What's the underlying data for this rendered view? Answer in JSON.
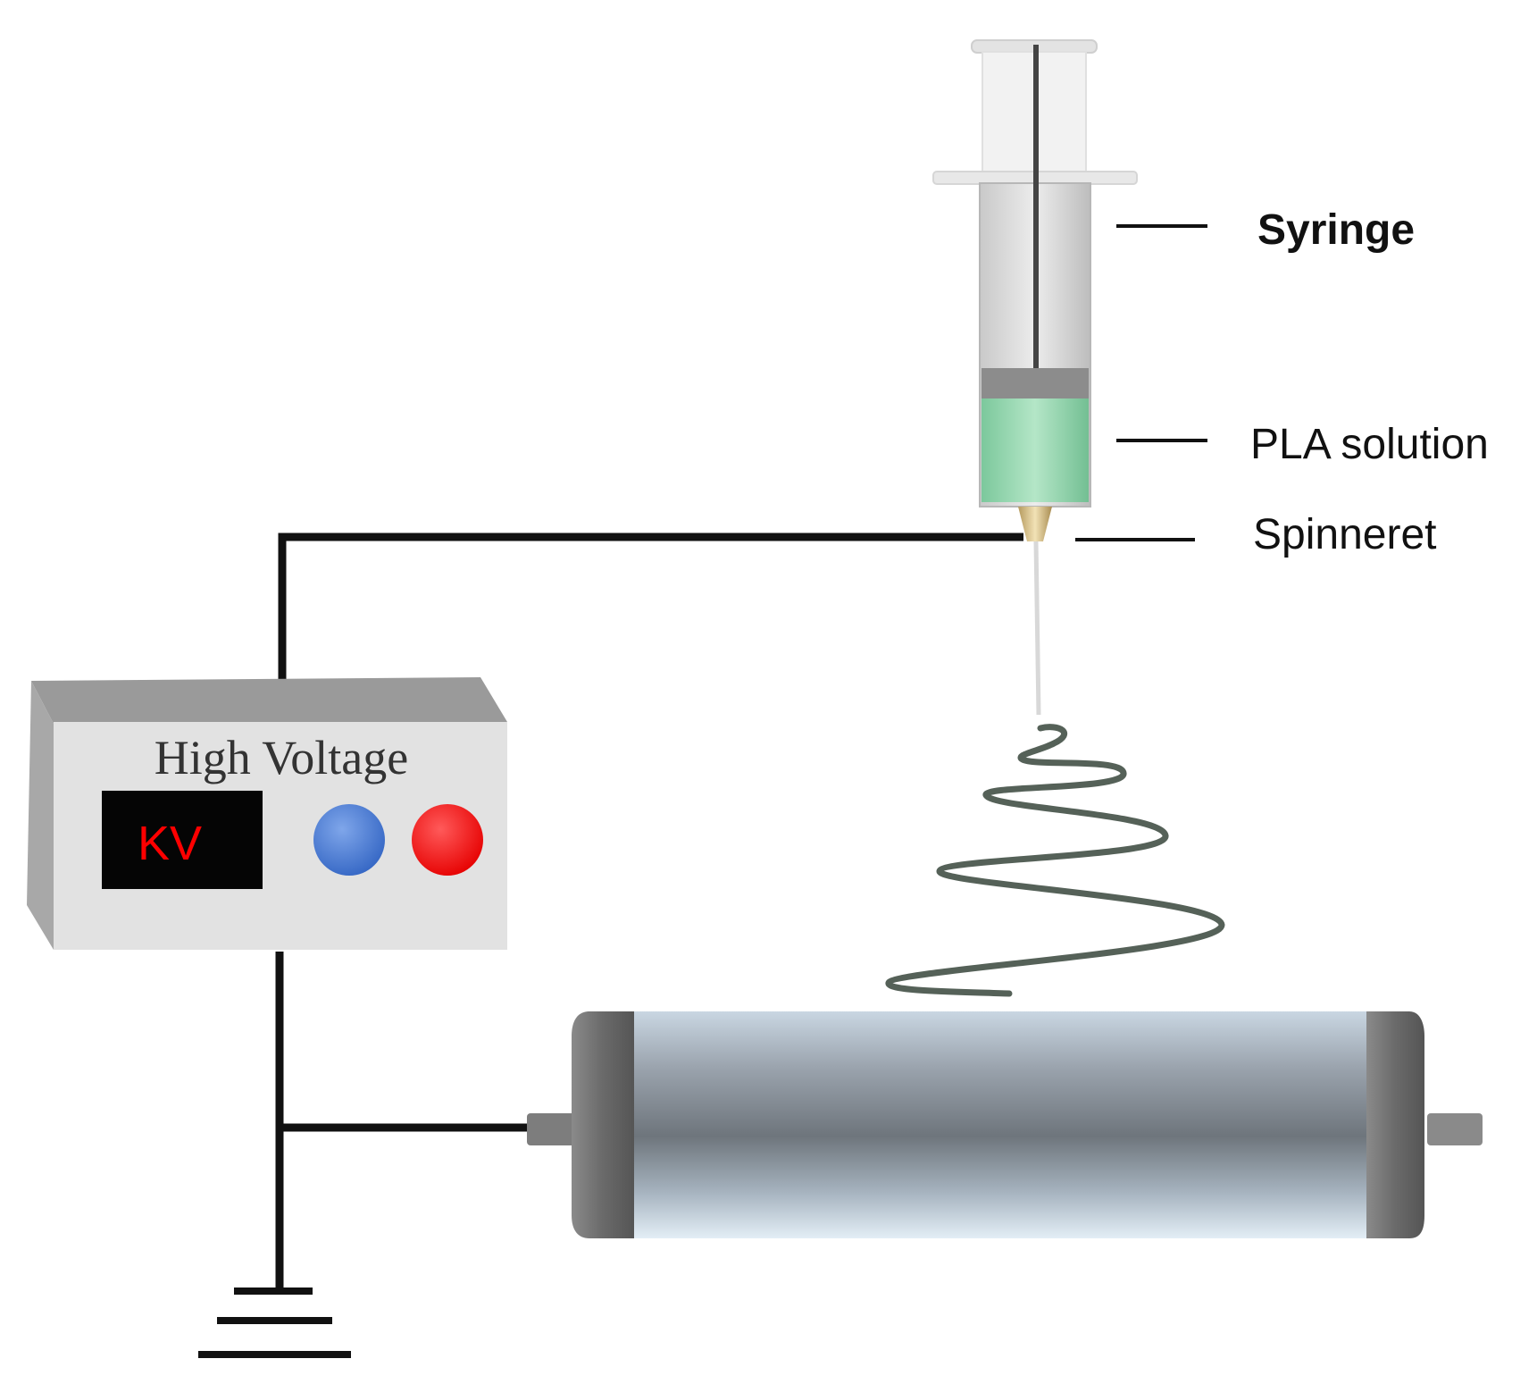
{
  "labels": {
    "syringe": "Syringe",
    "pla_solution": "PLA solution",
    "spinneret": "Spinneret"
  },
  "power_supply": {
    "title": "High Voltage",
    "display": "KV"
  },
  "colors": {
    "wire": "#111111",
    "solution": "#8fd5ae",
    "button_left": "#4a7fd4",
    "button_right": "#ff1010",
    "display_text": "#ff0000",
    "collector": "#8a9199"
  }
}
